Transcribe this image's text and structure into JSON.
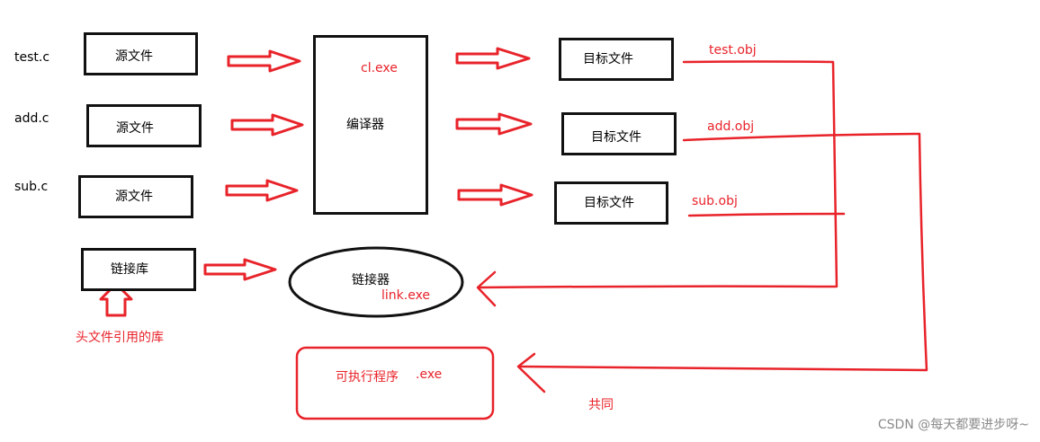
{
  "sources": [
    {
      "file": "test.c",
      "box_label": "源文件"
    },
    {
      "file": "add.c",
      "box_label": "源文件"
    },
    {
      "file": "sub.c",
      "box_label": "源文件"
    }
  ],
  "compiler": {
    "label": "编译器",
    "exe": "cl.exe"
  },
  "objects": [
    {
      "box_label": "目标文件",
      "file": "test.obj"
    },
    {
      "box_label": "目标文件",
      "file": "add.obj"
    },
    {
      "box_label": "目标文件",
      "file": "sub.obj"
    }
  ],
  "library": {
    "label": "链接库",
    "note": "头文件引用的库"
  },
  "linker": {
    "label": "链接器",
    "exe": "link.exe"
  },
  "output": {
    "label": "可执行程序",
    "ext": ".exe",
    "note": "共同"
  },
  "watermark": "CSDN @每天都要进步呀~",
  "colors": {
    "ink": "#111111",
    "accent": "#e8232a"
  }
}
